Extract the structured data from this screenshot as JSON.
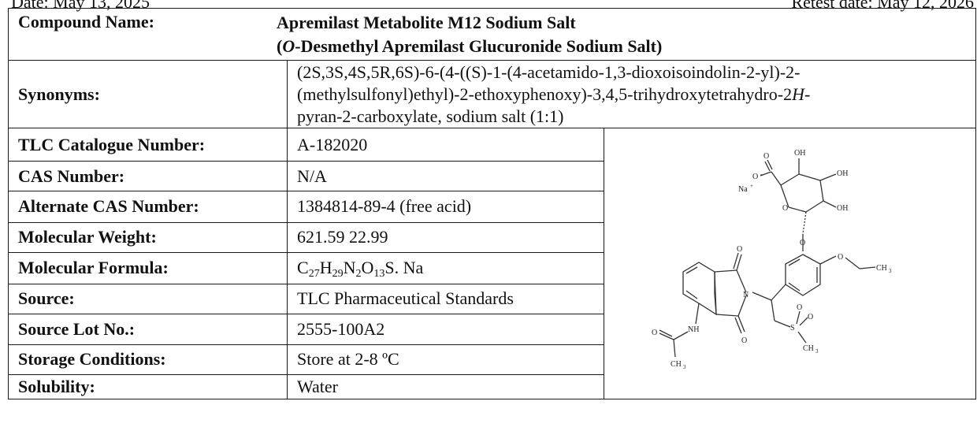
{
  "header": {
    "date_left": "Date: May 13, 2025",
    "date_right": "Retest date: May 12, 2026"
  },
  "compound": {
    "label": "Compound Name:",
    "name_line1": "Apremilast Metabolite M12 Sodium Salt",
    "name_line2_prefix": "(",
    "name_line2_italic": "O",
    "name_line2_rest": "-Desmethyl Apremilast Glucuronide Sodium Salt)"
  },
  "synonyms": {
    "label": "Synonyms:",
    "line1": "(2S,3S,4S,5R,6S)-6-(4-((S)-1-(4-acetamido-1,3-dioxoisoindolin-2-yl)-2-",
    "line2a": "(methylsulfonyl)ethyl)-2-ethoxyphenoxy)-3,4,5-trihydroxytetrahydro-2",
    "line2_italic": "H",
    "line2b": "-",
    "line3": "pyran-2-carboxylate, sodium salt (1:1)"
  },
  "rows": [
    {
      "label": "TLC Catalogue Number:",
      "value": "A-182020"
    },
    {
      "label": "CAS Number:",
      "value": "N/A"
    },
    {
      "label": "Alternate CAS Number:",
      "value": "1384814-89-4 (free acid)"
    },
    {
      "label": "Molecular Weight:",
      "value": "621.59 22.99"
    }
  ],
  "formula": {
    "label": "Molecular Formula:",
    "parts": [
      "C",
      "27",
      "H",
      "29",
      "N",
      "2",
      "O",
      "13",
      "S. Na"
    ]
  },
  "rows2": [
    {
      "label": "Source:",
      "value": "TLC Pharmaceutical Standards"
    },
    {
      "label": "Source Lot No.:",
      "value": "2555-100A2"
    },
    {
      "label": "Storage Conditions:",
      "value": "Store at 2-8 ºC"
    },
    {
      "label": "Solubility:",
      "value": "Water"
    }
  ],
  "structure_labels": {
    "o_carbonyl": "O",
    "o_minus": "O",
    "oh1": "OH",
    "oh2": "OH",
    "oh3": "OH",
    "na": "Na",
    "ring_o": "O",
    "ether_o": "O",
    "ethoxy_o": "O",
    "ch3_ethyl": "CH",
    "imide_o1": "O",
    "imide_o2": "O",
    "imide_n": "N",
    "s": "S",
    "s_o1": "O",
    "s_o2": "O",
    "s_ch3": "CH",
    "amide_o": "O",
    "nh": "NH",
    "amide_ch3": "CH"
  }
}
